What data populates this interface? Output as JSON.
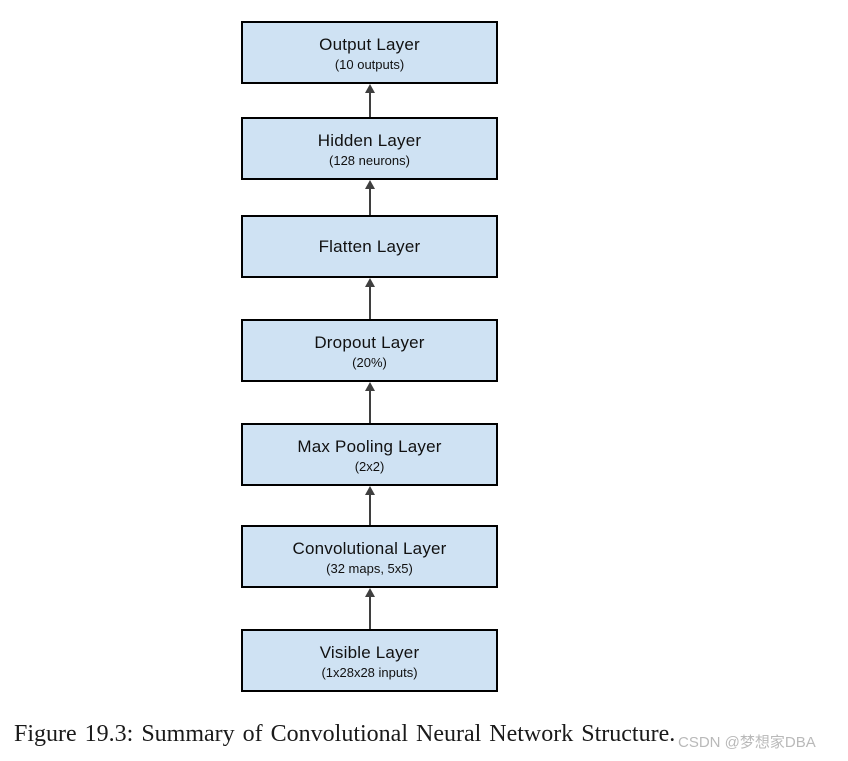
{
  "diagram": {
    "layers": [
      {
        "title": "Output Layer",
        "subtitle": "(10 outputs)"
      },
      {
        "title": "Hidden Layer",
        "subtitle": "(128 neurons)"
      },
      {
        "title": "Flatten Layer",
        "subtitle": ""
      },
      {
        "title": "Dropout Layer",
        "subtitle": "(20%)"
      },
      {
        "title": "Max Pooling Layer",
        "subtitle": "(2x2)"
      },
      {
        "title": "Convolutional Layer",
        "subtitle": "(32 maps, 5x5)"
      },
      {
        "title": "Visible Layer",
        "subtitle": "(1x28x28 inputs)"
      }
    ],
    "colors": {
      "box_fill": "#cfe2f3",
      "box_border": "#000000",
      "arrow": "#3f3f3f",
      "text": "#111111"
    }
  },
  "caption": {
    "text": "Figure 19.3: Summary of Convolutional Neural Network Structure."
  },
  "watermark": {
    "text": "CSDN @梦想家DBA",
    "color": "#b9b9b9"
  }
}
